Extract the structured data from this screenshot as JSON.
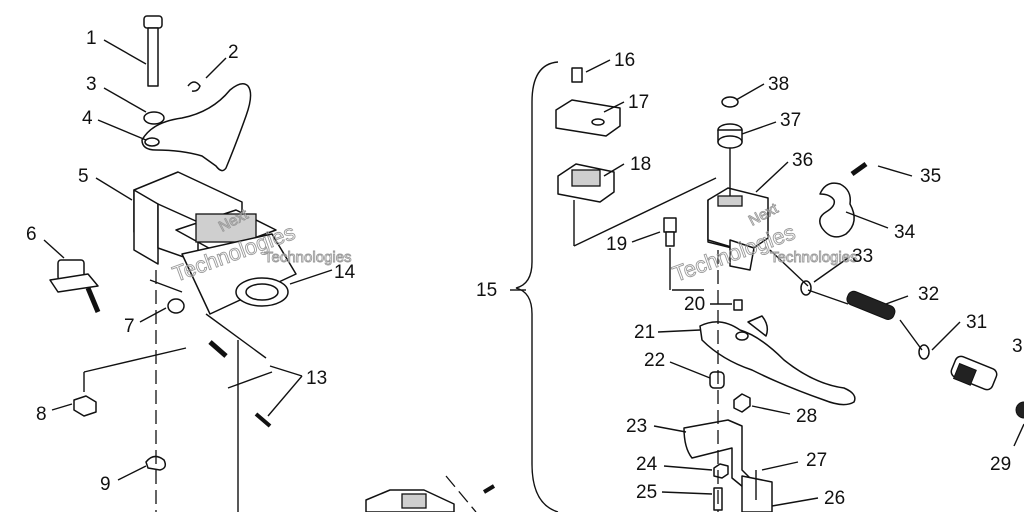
{
  "diagram": {
    "labels": {
      "l1": "1",
      "l2": "2",
      "l3": "3",
      "l4": "4",
      "l5": "5",
      "l6": "6",
      "l7": "7",
      "l8": "8",
      "l9": "9",
      "l13": "13",
      "l14": "14",
      "l15": "15",
      "l16": "16",
      "l17": "17",
      "l18": "18",
      "l19": "19",
      "l20": "20",
      "l21": "21",
      "l22": "22",
      "l23": "23",
      "l24": "24",
      "l25": "25",
      "l26": "26",
      "l27": "27",
      "l28": "28",
      "l29": "29",
      "l30": "3",
      "l31": "31",
      "l32": "32",
      "l33": "33",
      "l34": "34",
      "l35": "35",
      "l36": "36",
      "l37": "37",
      "l38": "38"
    },
    "watermark": {
      "left_line1": "Next",
      "left_line2": "Technologies",
      "left_line3": "Technologies",
      "right_line1": "Next",
      "right_line2": "Technologies",
      "right_line3": "Technologies"
    }
  }
}
